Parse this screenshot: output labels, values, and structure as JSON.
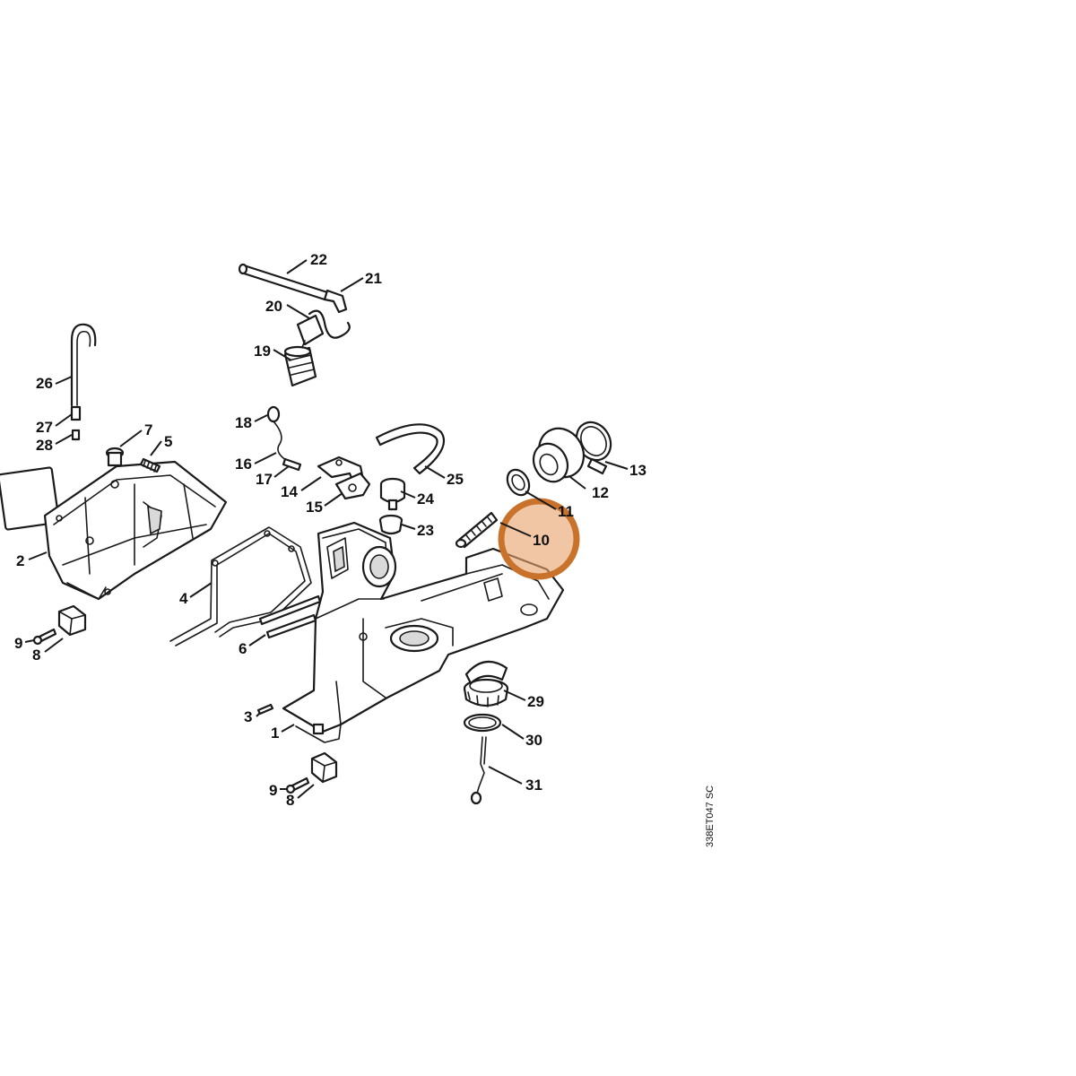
{
  "diagram": {
    "labels": [
      {
        "id": "22",
        "text": "22"
      },
      {
        "id": "21",
        "text": "21"
      },
      {
        "id": "20",
        "text": "20"
      },
      {
        "id": "19",
        "text": "19"
      },
      {
        "id": "26",
        "text": "26"
      },
      {
        "id": "27",
        "text": "27"
      },
      {
        "id": "28",
        "text": "28"
      },
      {
        "id": "7",
        "text": "7"
      },
      {
        "id": "5",
        "text": "5"
      },
      {
        "id": "18",
        "text": "18"
      },
      {
        "id": "16",
        "text": "16"
      },
      {
        "id": "17",
        "text": "17"
      },
      {
        "id": "14",
        "text": "14"
      },
      {
        "id": "15",
        "text": "15"
      },
      {
        "id": "25",
        "text": "25"
      },
      {
        "id": "24",
        "text": "24"
      },
      {
        "id": "23",
        "text": "23"
      },
      {
        "id": "13",
        "text": "13"
      },
      {
        "id": "12",
        "text": "12"
      },
      {
        "id": "11",
        "text": "11"
      },
      {
        "id": "10",
        "text": "10"
      },
      {
        "id": "2",
        "text": "2"
      },
      {
        "id": "4",
        "text": "4"
      },
      {
        "id": "6",
        "text": "6"
      },
      {
        "id": "9a",
        "text": "9"
      },
      {
        "id": "8a",
        "text": "8"
      },
      {
        "id": "29",
        "text": "29"
      },
      {
        "id": "30",
        "text": "30"
      },
      {
        "id": "31",
        "text": "31"
      },
      {
        "id": "3",
        "text": "3"
      },
      {
        "id": "1",
        "text": "1"
      },
      {
        "id": "9b",
        "text": "9"
      },
      {
        "id": "8b",
        "text": "8"
      }
    ],
    "highlighted_part": "10",
    "highlight_color": "#e8a36c",
    "drawing_reference": "338ET047 SC"
  }
}
